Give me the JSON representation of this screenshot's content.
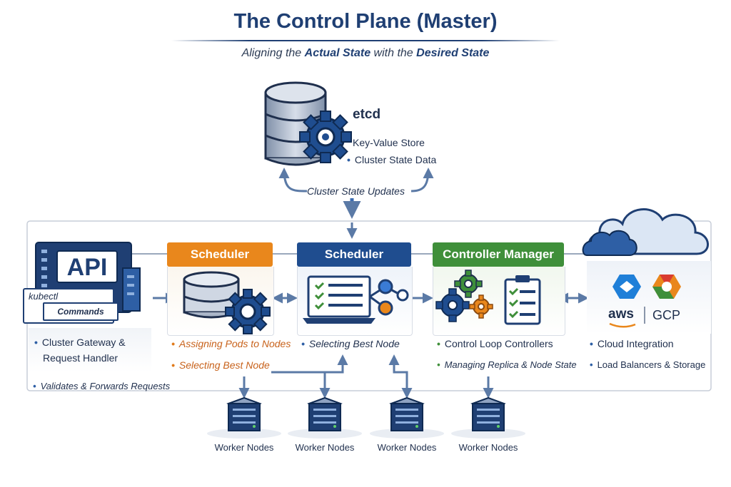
{
  "header": {
    "title": "The Control Plane (Master)",
    "subtitle_pre": "Aligning the ",
    "subtitle_b1": "Actual State",
    "subtitle_mid": " with the ",
    "subtitle_b2": "Desired State"
  },
  "etcd": {
    "name": "etcd",
    "line1": "Key-Value Store",
    "line2": "Cluster State Data",
    "updates": "Cluster State Updates"
  },
  "api": {
    "badge": "API",
    "kubectl": "kubectl",
    "commands": "Commands",
    "desc1": "Cluster Gateway &",
    "desc2": "Request Handler",
    "desc3": "Validates & Forwards Requests"
  },
  "scheduler_a": {
    "title": "Scheduler",
    "line1": "Assigning Pods to Nodes",
    "line2": "Selecting Best Node"
  },
  "scheduler_b": {
    "title": "Scheduler",
    "line1": "Selecting Best Node"
  },
  "controller": {
    "title": "Controller Manager",
    "line1": "Control Loop Controllers",
    "line2": "Managing Replica & Node State"
  },
  "cloud": {
    "aws": "aws",
    "gcp": "GCP",
    "line1": "Cloud Integration",
    "line2": "Load Balancers & Storage"
  },
  "workers": [
    "Worker Nodes",
    "Worker Nodes",
    "Worker Nodes",
    "Worker Nodes"
  ],
  "colors": {
    "navy": "#1f3f73",
    "orange": "#e9871c",
    "blue": "#1f4d8f",
    "green": "#3f8f3a",
    "arrow": "#5b7aa6"
  }
}
